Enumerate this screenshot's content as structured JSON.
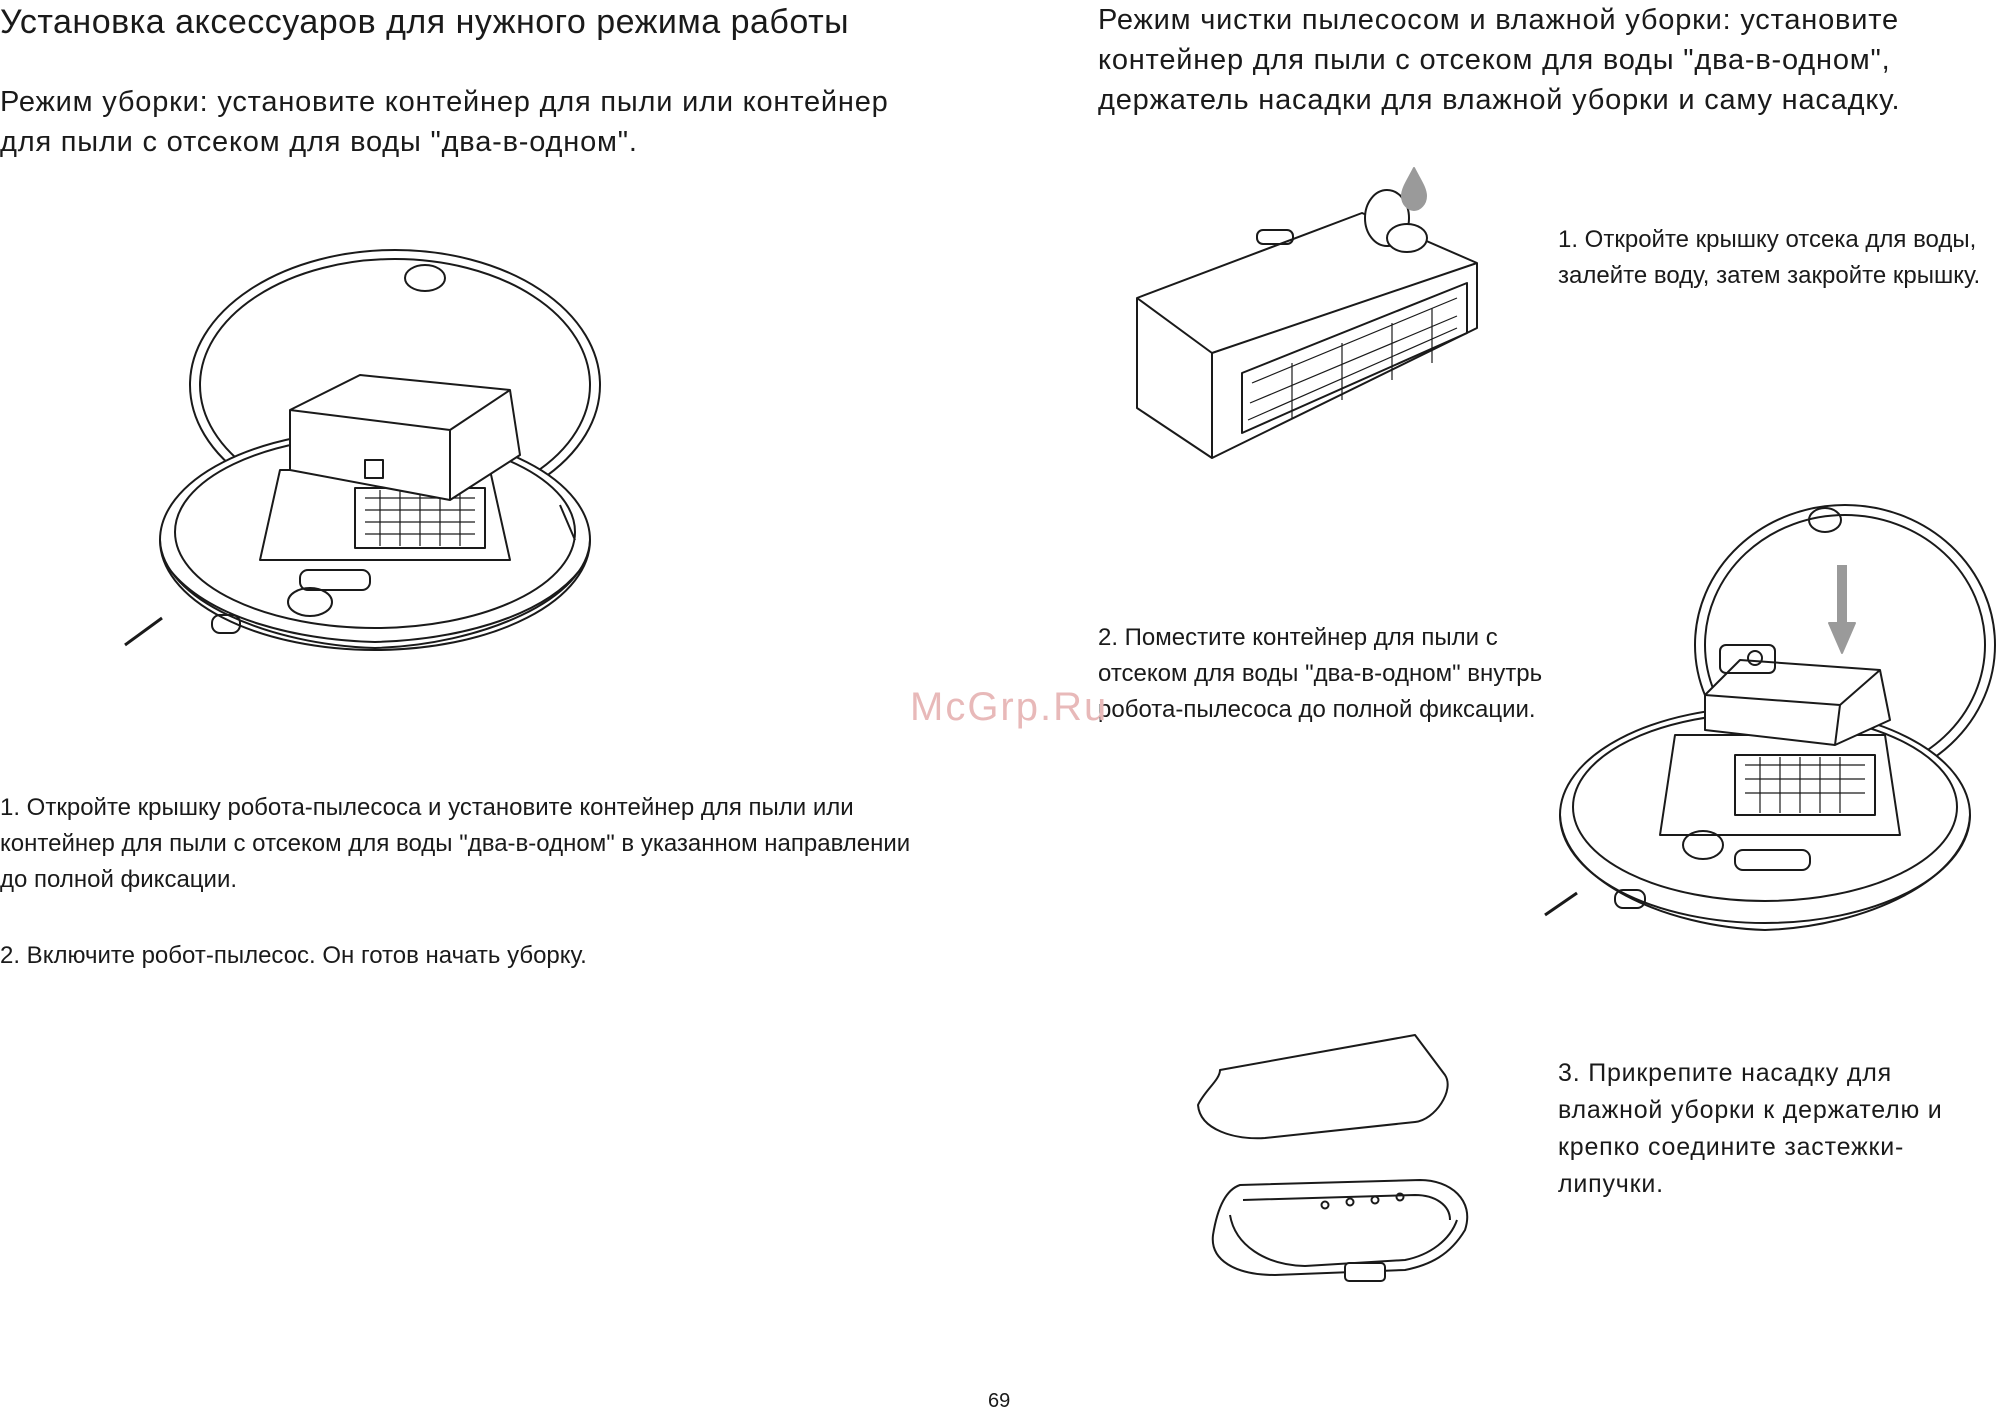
{
  "left": {
    "title": "Установка аксессуаров для нужного режима работы",
    "subtitle": "Режим уборки: установите контейнер для пыли или контейнер для пыли с отсеком для воды \"два-в-одном\".",
    "step1": "1. Откройте крышку робота-пылесоса и установите контейнер для пыли или контейнер для пыли с отсеком для воды \"два-в-одном\" в указанном направлении до полной фиксации.",
    "step2": "2. Включите робот-пылесос. Он готов начать уборку."
  },
  "right": {
    "intro": "Режим чистки пылесосом и влажной уборки: установите контейнер для пыли с отсеком для воды \"два-в-одном\", держатель насадки для влажной уборки и саму насадку.",
    "step1": "1. Откройте крышку отсека для воды, залейте воду, затем закройте крышку.",
    "step2": "2. Поместите контейнер для пыли с отсеком для воды \"два-в-одном\" внутрь робота-пылесоса до полной фиксации.",
    "step3": "3. Прикрепите насадку для влажной уборки к держателю и крепко соедините застежки-липучки."
  },
  "watermark": "McGrp.Ru",
  "page_number": "69"
}
